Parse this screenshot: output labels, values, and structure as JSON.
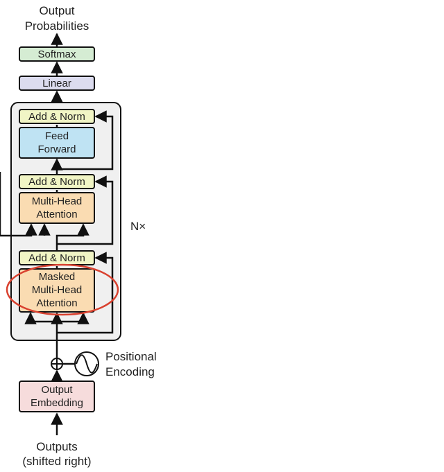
{
  "diagram": {
    "output_probabilities": [
      "Output",
      "Probabilities"
    ],
    "softmax": "Softmax",
    "linear": "Linear",
    "add_norm_top": "Add & Norm",
    "feed_forward": [
      "Feed",
      "Forward"
    ],
    "add_norm_mid": "Add & Norm",
    "multi_head_attention": [
      "Multi-Head",
      "Attention"
    ],
    "add_norm_low": "Add & Norm",
    "masked_multi_head_attention": [
      "Masked",
      "Multi-Head",
      "Attention"
    ],
    "repeat_label": "N×",
    "positional_encoding": [
      "Positional",
      "Encoding"
    ],
    "output_embedding": [
      "Output",
      "Embedding"
    ],
    "outputs": [
      "Outputs",
      "(shifted right)"
    ]
  },
  "colors": {
    "softmax": "#d5ecd3",
    "linear": "#dcdcef",
    "add_norm": "#f1f5c5",
    "feed_forward": "#bfe3f3",
    "attention": "#fadcb2",
    "embedding": "#f6dcdc",
    "stack_background": "#f0f0f0",
    "highlight": "#d9412f",
    "line": "#111111"
  }
}
